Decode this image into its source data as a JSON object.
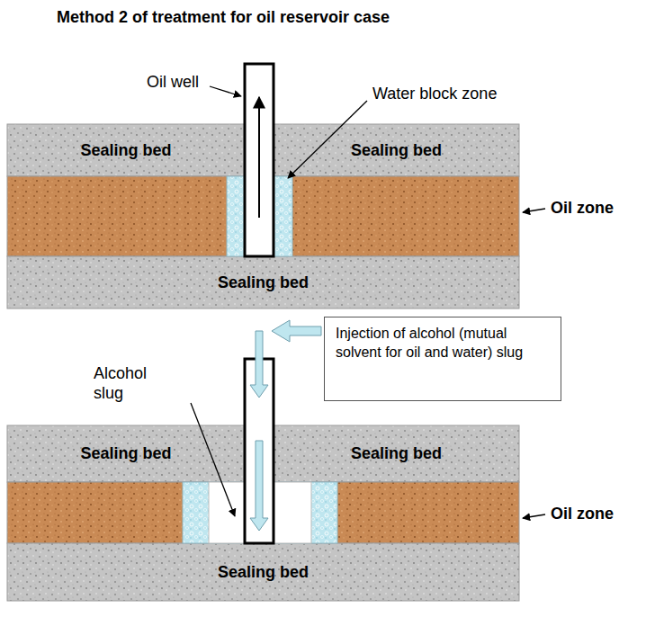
{
  "diagram": {
    "title": "Method 2 of treatment for oil reservoir case",
    "nodes": [
      {
        "text": [
          "Sealing bed"
        ]
      },
      {
        "text": [
          "Sealing bed"
        ]
      },
      {
        "text": [
          "Sealing bed"
        ]
      },
      {
        "text": [
          "Injection of alcohol (mutual solvent for oil and water) slug"
        ]
      },
      {
        "text": [
          "Sealing bed"
        ]
      },
      {
        "text": [
          "Sealing bed"
        ]
      },
      {
        "text": [
          "Sealing bed"
        ]
      }
    ],
    "labels": [
      "Oil well",
      "Water block zone",
      "Oil zone",
      "Alcohol slug",
      "Oil zone"
    ]
  }
}
